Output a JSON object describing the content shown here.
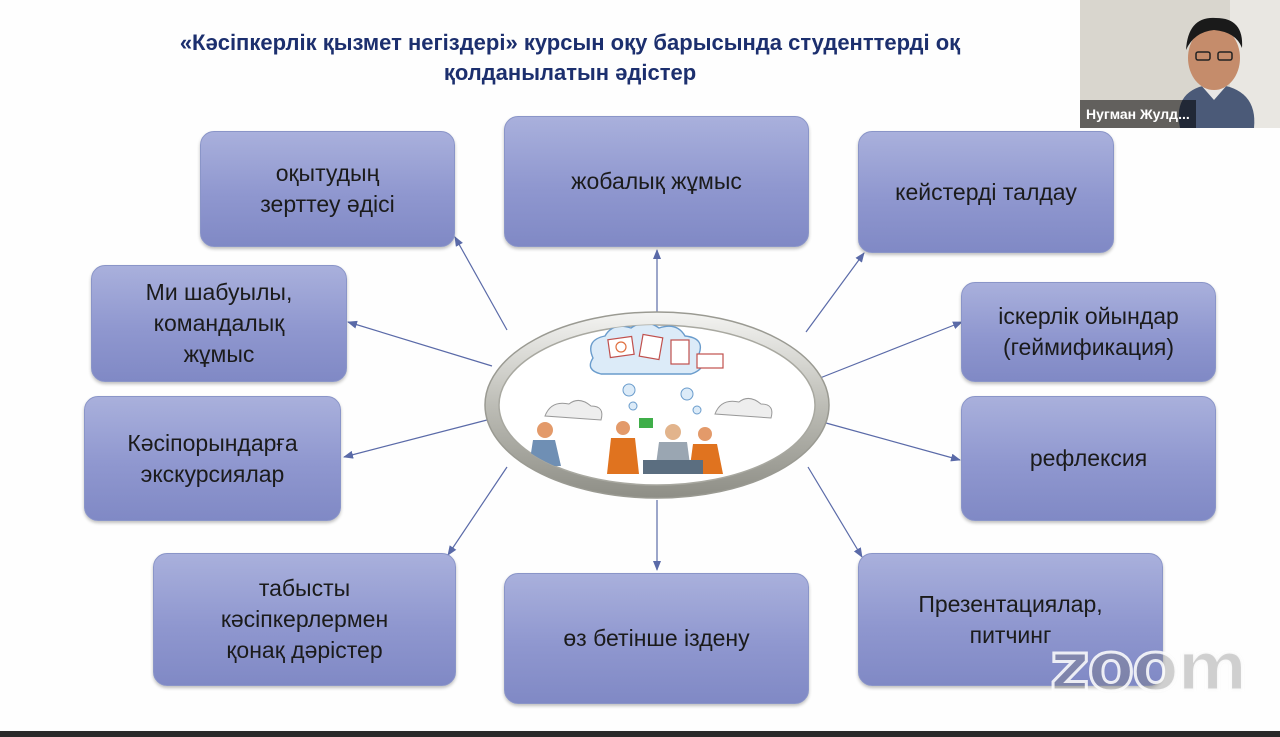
{
  "slide": {
    "title_line1": "«Кәсіпкерлік қызмет негіздері» курсын оқу барысында студенттерді оқ",
    "title_line2": "қолданылатын әдістер",
    "methods": {
      "research": "оқытудың\nзерттеу әдісі",
      "project": "жобалық жұмыс",
      "cases": "кейстерді талдау",
      "brainstorm": "Ми шабуылы,\nкомандалық\nжұмыс",
      "games": "іскерлік ойындар\n(геймификация)",
      "excursions": "Кәсіпорындарға\nэкскурсиялар",
      "reflection": "рефлексия",
      "guest_lectures": "табысты\nкәсіпкерлермен\nқонақ дәрістер",
      "self_study": "өз бетінше іздену",
      "presentations": "Презентациялар,\nпитчинг"
    }
  },
  "zoom": {
    "participant_name": "Нугман Жулд...",
    "watermark": "zoom"
  },
  "colors": {
    "title": "#1c2f6e",
    "box_fill": "#959dd3",
    "arrow": "#5a6aa8"
  }
}
